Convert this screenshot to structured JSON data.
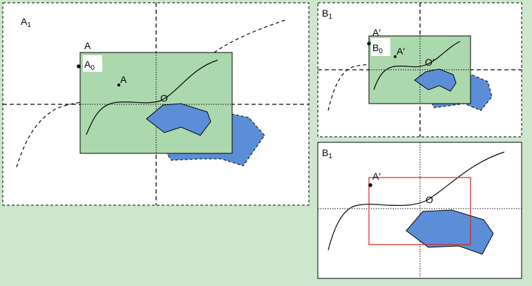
{
  "colors": {
    "background": "#cde7cf",
    "panel": "#ffffff",
    "rect_fill": "#acd8ae",
    "blob": "#5b8ed6",
    "red_frame": "#e02020",
    "ink": "#000000"
  },
  "panel_a": {
    "label_main": "A",
    "label_sub": "1",
    "corner_label": "A",
    "inner_label_main": "A",
    "inner_label_sub": "0",
    "point_label": "A",
    "origin_label": "O"
  },
  "panel_b_top": {
    "label_main": "B",
    "label_sub": "1",
    "corner_label": "A′",
    "inner_label_main": "B",
    "inner_label_sub": "0",
    "point_label": "A′",
    "origin_label": "O′"
  },
  "panel_b_bottom": {
    "label_main": "B",
    "label_sub": "1",
    "corner_label": "A′",
    "origin_label": "O"
  }
}
